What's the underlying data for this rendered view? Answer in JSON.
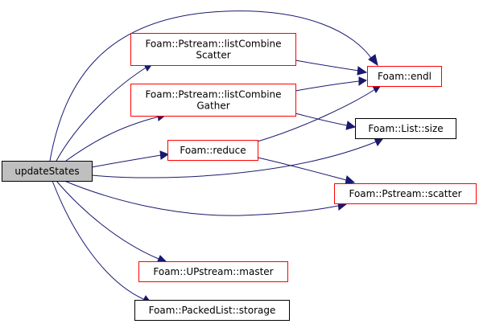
{
  "diagram": {
    "root": "n_root",
    "colors": {
      "edge": "#191970",
      "root_fill": "#bfbfbf",
      "root_border": "#000000",
      "linked_border": "#ff0000",
      "plain_border": "#000000",
      "node_fill": "#ffffff"
    },
    "nodes": [
      {
        "id": "n_root",
        "lines": [
          "updateStates"
        ],
        "style": "root"
      },
      {
        "id": "n_lcs",
        "lines": [
          "Foam::Pstream::listCombine",
          "Scatter"
        ],
        "style": "linked"
      },
      {
        "id": "n_lcg",
        "lines": [
          "Foam::Pstream::listCombine",
          "Gather"
        ],
        "style": "linked"
      },
      {
        "id": "n_reduce",
        "lines": [
          "Foam::reduce"
        ],
        "style": "linked"
      },
      {
        "id": "n_endl",
        "lines": [
          "Foam::endl"
        ],
        "style": "linked"
      },
      {
        "id": "n_size",
        "lines": [
          "Foam::List::size"
        ],
        "style": "plain"
      },
      {
        "id": "n_scatter",
        "lines": [
          "Foam::Pstream::scatter"
        ],
        "style": "linked"
      },
      {
        "id": "n_master",
        "lines": [
          "Foam::UPstream::master"
        ],
        "style": "linked"
      },
      {
        "id": "n_storage",
        "lines": [
          "Foam::PackedList::storage"
        ],
        "style": "plain"
      }
    ],
    "edges": [
      {
        "from": "n_root",
        "to": "n_endl"
      },
      {
        "from": "n_root",
        "to": "n_lcs"
      },
      {
        "from": "n_root",
        "to": "n_lcg"
      },
      {
        "from": "n_root",
        "to": "n_reduce"
      },
      {
        "from": "n_root",
        "to": "n_size"
      },
      {
        "from": "n_root",
        "to": "n_scatter"
      },
      {
        "from": "n_root",
        "to": "n_master"
      },
      {
        "from": "n_root",
        "to": "n_storage"
      },
      {
        "from": "n_lcs",
        "to": "n_endl"
      },
      {
        "from": "n_lcg",
        "to": "n_endl"
      },
      {
        "from": "n_lcg",
        "to": "n_size"
      },
      {
        "from": "n_reduce",
        "to": "n_endl"
      },
      {
        "from": "n_reduce",
        "to": "n_scatter"
      }
    ]
  }
}
